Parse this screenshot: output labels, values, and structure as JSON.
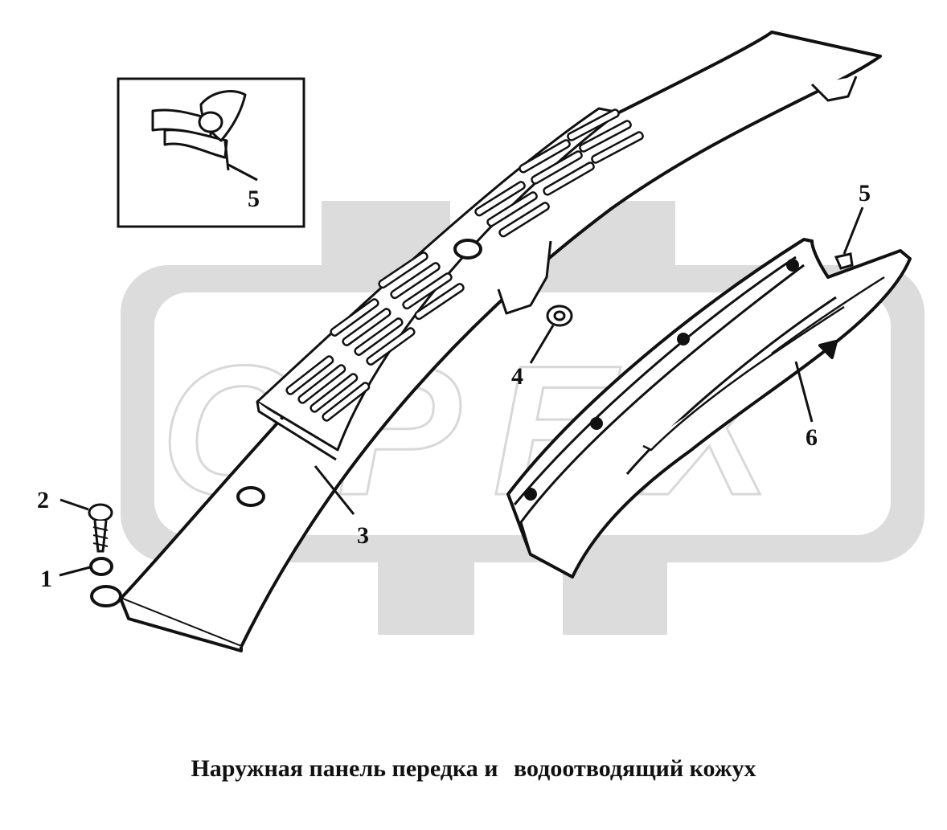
{
  "watermark": {
    "text": "OPEX"
  },
  "callouts": {
    "c1": "1",
    "c2": "2",
    "c3": "3",
    "c4": "4",
    "c5_inset": "5",
    "c5_main": "5",
    "c6": "6"
  },
  "caption": {
    "part1": "Наружная панель передка и",
    "part2": "водоотводящий кожух"
  }
}
